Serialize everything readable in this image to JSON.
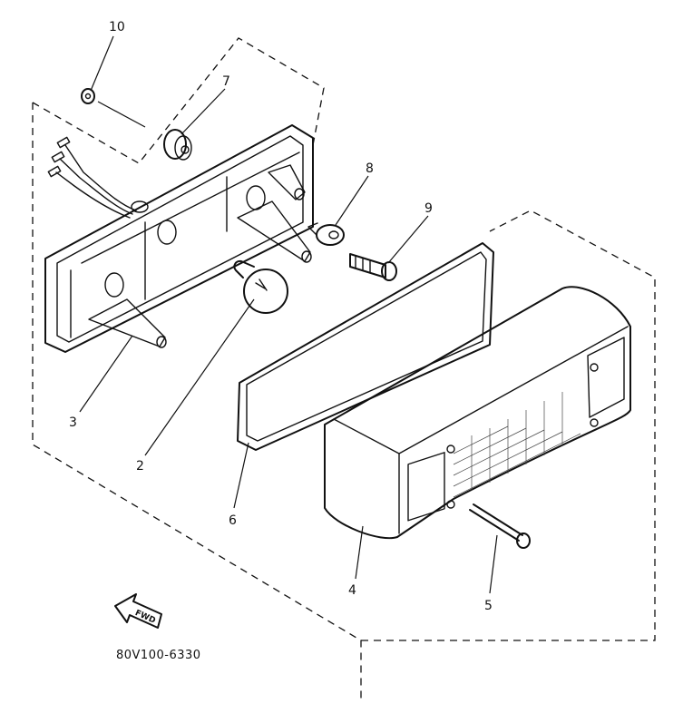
{
  "diagram": {
    "part_code": "80V100-6330",
    "fwd_label": "FWD",
    "callouts": [
      {
        "id": "10",
        "text": "10"
      },
      {
        "id": "7",
        "text": "7"
      },
      {
        "id": "8",
        "text": "8"
      },
      {
        "id": "9",
        "text": "9"
      },
      {
        "id": "3",
        "text": "3"
      },
      {
        "id": "2",
        "text": "2"
      },
      {
        "id": "6",
        "text": "6"
      },
      {
        "id": "4",
        "text": "4"
      },
      {
        "id": "5",
        "text": "5"
      }
    ]
  }
}
